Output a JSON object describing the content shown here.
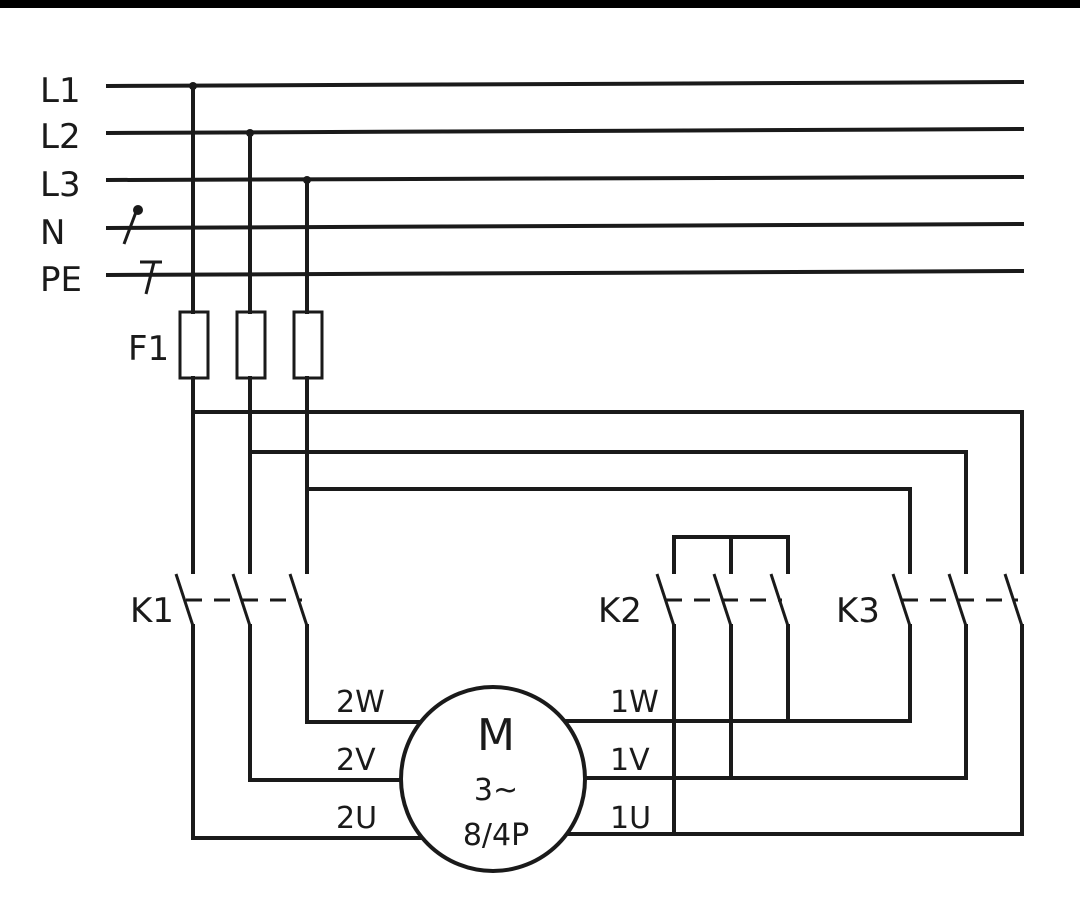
{
  "buses": {
    "l1": "L1",
    "l2": "L2",
    "l3": "L3",
    "n": "N",
    "pe": "PE"
  },
  "fuse": {
    "label": "F1"
  },
  "contactors": {
    "k1": "K1",
    "k2": "K2",
    "k3": "K3"
  },
  "motor": {
    "symbol": "M",
    "phase": "3~",
    "poles": "8/4P"
  },
  "terminals": {
    "w2": "2W",
    "v2": "2V",
    "u2": "2U",
    "w1": "1W",
    "v1": "1V",
    "u1": "1U"
  }
}
